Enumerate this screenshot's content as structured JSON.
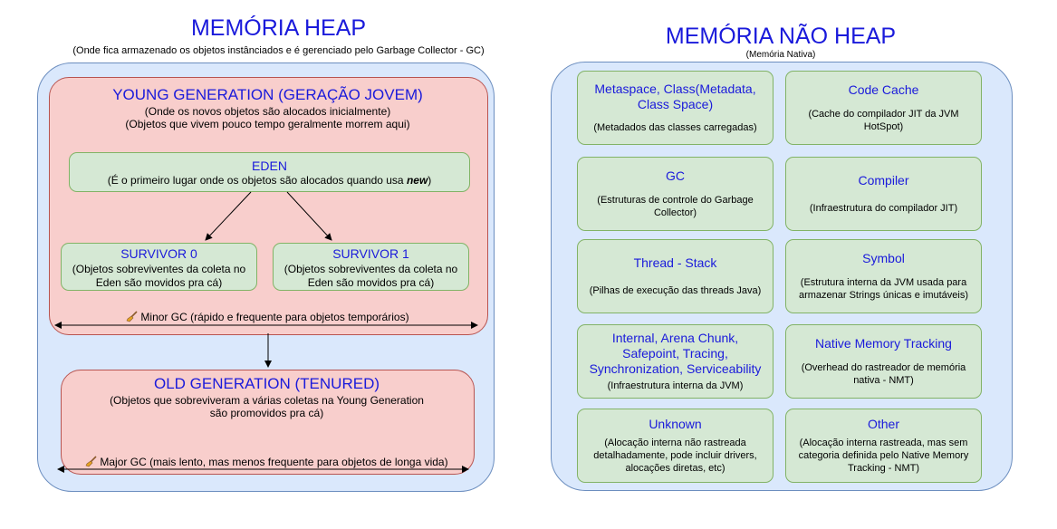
{
  "heap": {
    "title": "MEMÓRIA HEAP",
    "subtitle": "(Onde fica armazenado os objetos instânciados e é gerenciado pelo Garbage Collector - GC)",
    "young": {
      "title": "YOUNG GENERATION (GERAÇÃO JOVEM)",
      "desc1": "(Onde os novos objetos são alocados inicialmente)",
      "desc2": "(Objetos que vivem pouco tempo geralmente morrem aqui)",
      "eden": {
        "title": "EDEN",
        "desc_prefix": "(É o primeiro lugar onde os objetos são alocados quando usa ",
        "desc_keyword": "new",
        "desc_suffix": ")"
      },
      "survivor0": {
        "title": "SURVIVOR 0",
        "desc": "(Objetos sobreviventes da coleta no Eden são movidos pra cá)"
      },
      "survivor1": {
        "title": "SURVIVOR 1",
        "desc": "(Objetos sobreviventes da coleta no Eden são movidos pra cá)"
      },
      "minor_gc": "Minor GC (rápido e frequente para objetos temporários)"
    },
    "old": {
      "title": "OLD GENERATION (TENURED)",
      "desc1": "(Objetos que sobreviveram a várias coletas na Young Generation",
      "desc2": "são promovidos pra cá)",
      "major_gc": "Major GC (mais lento, mas menos frequente para objetos de longa vida)"
    }
  },
  "non_heap": {
    "title": "MEMÓRIA NÃO HEAP",
    "subtitle": "(Memória Nativa)",
    "cards": [
      {
        "title": "Metaspace, Class(Metadata, Class Space)",
        "desc": "(Metadados das classes carregadas)"
      },
      {
        "title": "Code Cache",
        "desc": "(Cache do compilador JIT da JVM HotSpot)"
      },
      {
        "title": "GC",
        "desc": "(Estruturas de controle do Garbage Collector)"
      },
      {
        "title": "Compiler",
        "desc": "(Infraestrutura do compilador JIT)"
      },
      {
        "title": "Thread - Stack",
        "desc": "(Pilhas de execução das threads Java)"
      },
      {
        "title": "Symbol",
        "desc": "(Estrutura interna da JVM usada para armazenar Strings únicas e imutáveis)"
      },
      {
        "title": "Internal, Arena Chunk, Safepoint, Tracing, Synchronization, Serviceability",
        "desc": "(Infraestrutura interna da JVM)"
      },
      {
        "title": "Native Memory Tracking",
        "desc": "(Overhead do rastreador de memória nativa - NMT)"
      },
      {
        "title": "Unknown",
        "desc": "(Alocação interna não rastreada detalhadamente, pode incluir drivers, alocações diretas, etc)"
      },
      {
        "title": "Other",
        "desc": "(Alocação interna rastreada, mas sem categoria definida pelo Native Memory Tracking - NMT)"
      }
    ]
  },
  "colors": {
    "title_blue": "#1a1adb",
    "panel_blue": "#dae8fc",
    "generation_pink": "#f8cecc",
    "region_green": "#d5e8d4"
  },
  "icons": {
    "gc": "broom-icon"
  }
}
